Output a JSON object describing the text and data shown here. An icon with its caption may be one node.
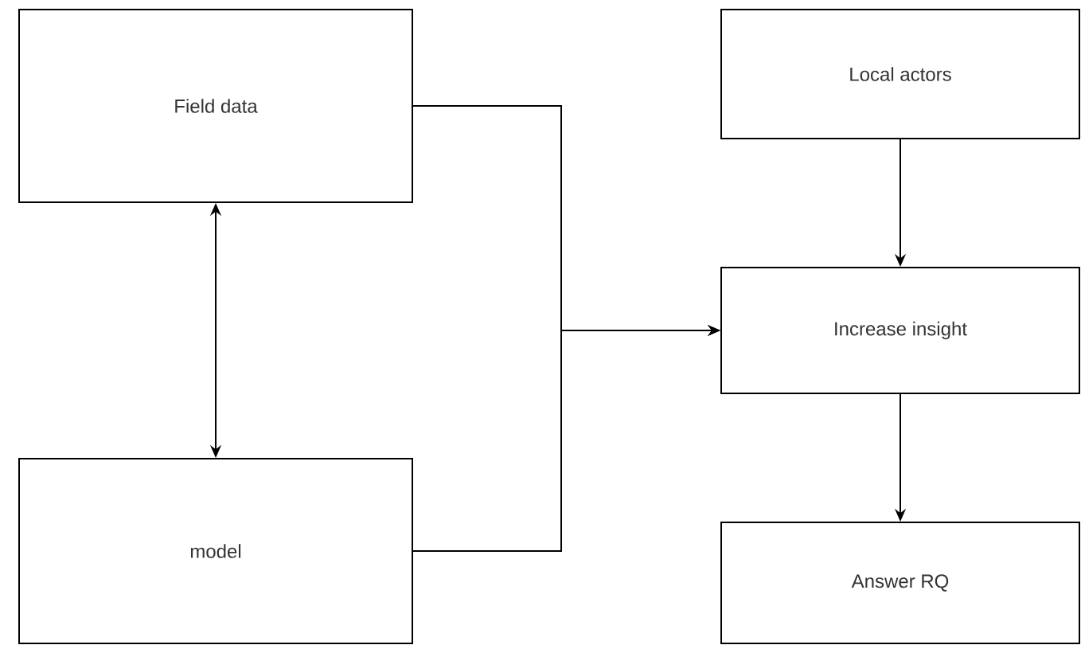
{
  "diagram": {
    "nodes": [
      {
        "text": [
          "Field data"
        ]
      },
      {
        "text": [
          "Local actors"
        ]
      },
      {
        "text": [
          "Increase insight"
        ]
      },
      {
        "text": [
          "model"
        ]
      },
      {
        "text": [
          "Answer RQ"
        ]
      }
    ],
    "edges": [
      {
        "from": 0,
        "to": 3,
        "arrow": "both"
      },
      {
        "from": 0,
        "to": 2,
        "arrow": "to"
      },
      {
        "from": 3,
        "to": 2,
        "arrow": "to"
      },
      {
        "from": 1,
        "to": 2,
        "arrow": "to"
      },
      {
        "from": 2,
        "to": 4,
        "arrow": "to"
      }
    ]
  }
}
